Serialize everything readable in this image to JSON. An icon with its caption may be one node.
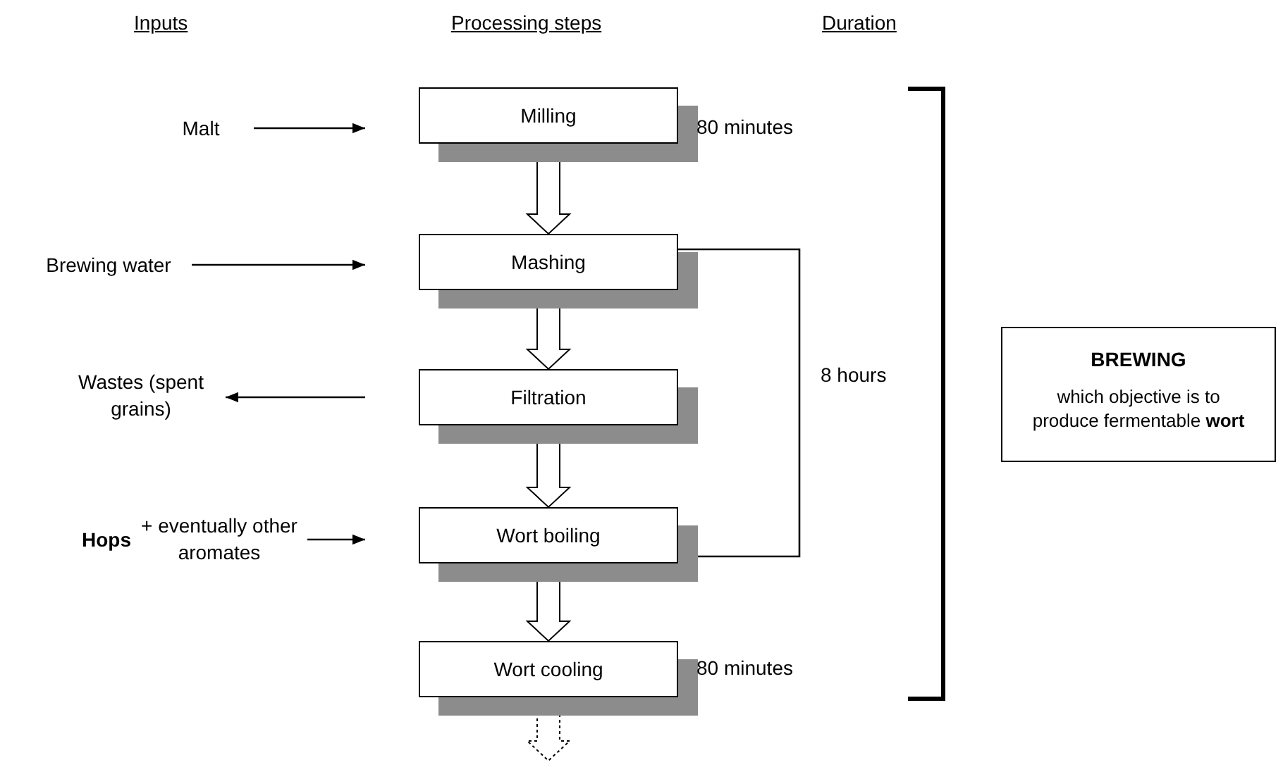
{
  "diagram": {
    "nodes": [
      {
        "text": [
          "Malt"
        ]
      },
      {
        "text": [
          "Milling"
        ],
        "beside": [
          "80 minutes"
        ]
      },
      {
        "text": [
          "Brewing water"
        ]
      },
      {
        "text": [
          "Mashing"
        ]
      },
      {
        "text": [
          "Wastes (spent grains)"
        ]
      },
      {
        "text": [
          "Filtration"
        ]
      },
      {
        "text": [
          "**Hops** + eventually other aromates"
        ]
      },
      {
        "text": [
          "Wort boiling"
        ]
      },
      {
        "text": [
          "Wort cooling"
        ],
        "beside": [
          "80 minutes"
        ]
      },
      {
        "text": [
          "BREWING",
          "which objective is to produce fermentable **wort**"
        ]
      }
    ],
    "edges": [
      {
        "from": 0,
        "to": 1,
        "arrow": "to"
      },
      {
        "from": 2,
        "to": 3,
        "arrow": "to"
      },
      {
        "from": 5,
        "to": 4,
        "arrow": "to"
      },
      {
        "from": 6,
        "to": 7,
        "arrow": "to"
      },
      {
        "from": 1,
        "to": 3,
        "arrow": "to",
        "style": "thick"
      },
      {
        "from": 3,
        "to": 5,
        "arrow": "to",
        "style": "thick"
      },
      {
        "from": 5,
        "to": 7,
        "arrow": "to",
        "style": "thick"
      },
      {
        "from": 7,
        "to": 8,
        "arrow": "to",
        "style": "thick"
      },
      {
        "from": 8,
        "to": null,
        "arrow": "to",
        "style": "dashed"
      }
    ],
    "labels": [
      "Inputs",
      "Processing steps",
      "Duration",
      "8 hours"
    ]
  }
}
